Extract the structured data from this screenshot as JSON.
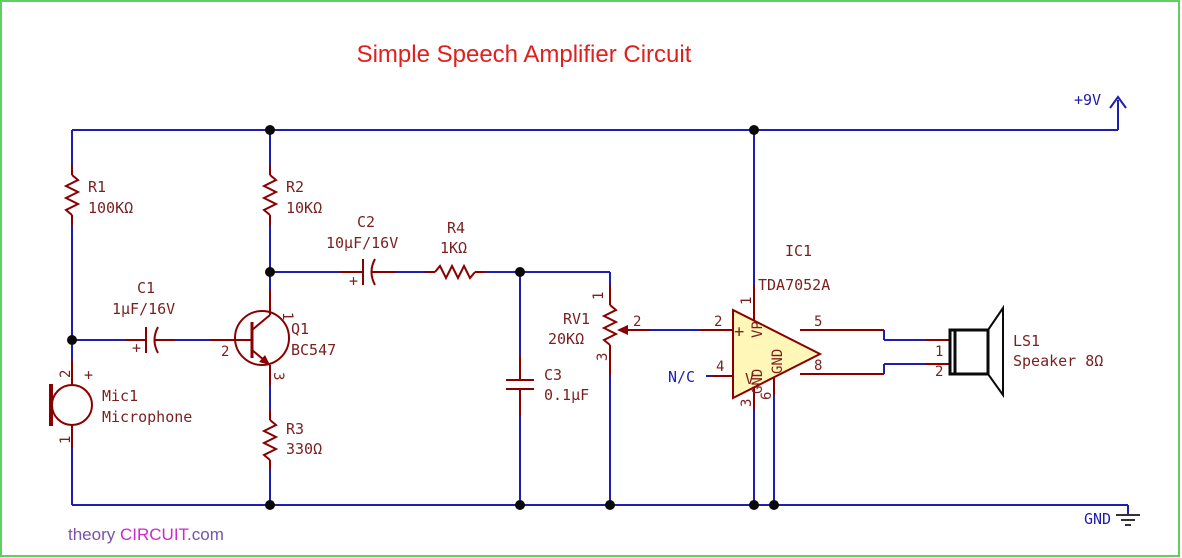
{
  "title": "Simple Speech Amplifier Circuit",
  "power": {
    "vcc": "+9V",
    "gnd": "GND"
  },
  "components": {
    "r1": {
      "ref": "R1",
      "value": "100KΩ"
    },
    "r2": {
      "ref": "R2",
      "value": "10KΩ"
    },
    "r3": {
      "ref": "R3",
      "value": "330Ω"
    },
    "r4": {
      "ref": "R4",
      "value": "1KΩ"
    },
    "c1": {
      "ref": "C1",
      "value": "1µF/16V"
    },
    "c2": {
      "ref": "C2",
      "value": "10µF/16V"
    },
    "c3": {
      "ref": "C3",
      "value": "0.1µF"
    },
    "q1": {
      "ref": "Q1",
      "value": "BC547"
    },
    "rv1": {
      "ref": "RV1",
      "value": "20KΩ"
    },
    "mic1": {
      "ref": "Mic1",
      "value": "Microphone"
    },
    "ic1": {
      "ref": "IC1",
      "value": "TDA7052A",
      "nc": "N/C"
    },
    "ls1": {
      "ref": "LS1",
      "value": "Speaker 8Ω"
    }
  },
  "pins": {
    "q1": {
      "c": "1",
      "b": "2",
      "e": "3"
    },
    "rv1": {
      "p1": "1",
      "p2": "2",
      "p3": "3"
    },
    "mic1": {
      "p2": "2",
      "p1": "1"
    },
    "ic1": {
      "p1": "1",
      "p2": "2",
      "p3": "3",
      "p4": "4",
      "p5": "5",
      "p6": "6",
      "p8": "8",
      "gnd_a": "GND",
      "gnd_b": "GND",
      "vp": "VP",
      "v": "V",
      "plus": "+"
    },
    "ls1": {
      "p1": "1",
      "p2": "2"
    }
  },
  "polarity": {
    "plus": "+"
  },
  "watermark": {
    "part1": "theory ",
    "part2": "CIRCUIT",
    "part3": ".com"
  },
  "colors": {
    "wire": "#1e1eb0",
    "component": "#8a0000",
    "ic_fill": "#fff7b8",
    "title": "#e0201f",
    "frame": "#5fd05f"
  }
}
